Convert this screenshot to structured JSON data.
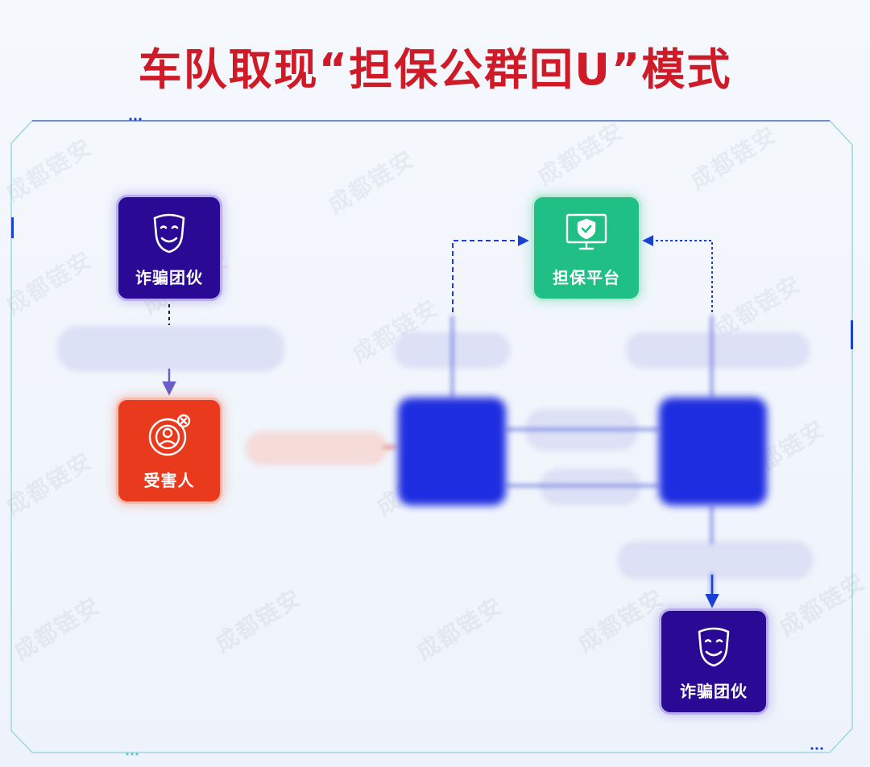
{
  "title": "车队取现“担保公群回U”模式",
  "watermark": "成都链安",
  "nodes": {
    "fraud_gang_top": {
      "label": "诈骗团伙",
      "color": "#2a0a94"
    },
    "victim": {
      "label": "受害人",
      "color": "#ea3a1e"
    },
    "guarantee_platform": {
      "label": "担保平台",
      "color": "#1fbf86"
    },
    "fraud_gang_bottom": {
      "label": "诈骗团伙",
      "color": "#2a0a94"
    }
  },
  "colors": {
    "title": "#cf1b28",
    "frame": "#8fd7d9",
    "arrow": "#1a3fd6"
  }
}
